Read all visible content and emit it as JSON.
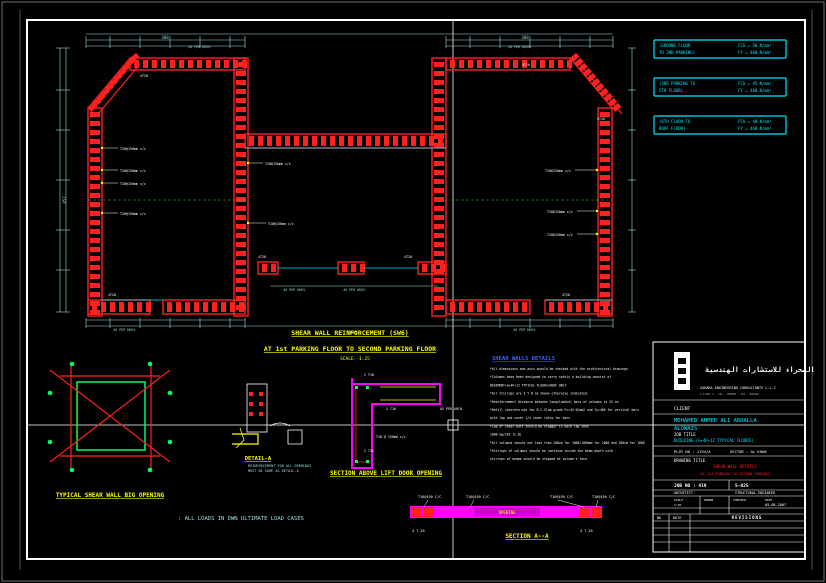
{
  "colors": {
    "background": "#000000",
    "sheet_border": "#ffffff",
    "wall_red": "#ff2020",
    "dimension": "#9adfe0",
    "cyan": "#00e5ff",
    "yellow": "#ffff00",
    "magenta": "#ff00ff",
    "white": "#ffffff",
    "green": "#40ff40",
    "blue": "#4060ff"
  },
  "plan": {
    "title": "SHEAR WALL REINFORCEMENT (SW6)",
    "subtitle": "AT 1st PARKING FLOOR TO SECOND PARKING FLOOR",
    "scale": "SCALE:-1:25",
    "top_dim_left": "388",
    "top_dim_right": "388",
    "overall_dim": "1045",
    "left_height_dim": "857",
    "hidden_labels": [
      "AS PER ARCH.",
      "AS PER ARCH.",
      "AS PER ARCH.",
      "AS PER ARCH.",
      "AS PER ARCH.",
      "AS PER ARCH."
    ],
    "callouts_left": [
      "T20@150mm c/c",
      "T20@150mm c/c",
      "T20@150mm c/c",
      "T20@150mm c/c"
    ],
    "callouts_center": [
      "T20@150mm c/c",
      "T20@150mm c/c"
    ],
    "callouts_right": [
      "T20@150mm c/c",
      "T20@150mm c/c",
      "T20@150mm c/c"
    ],
    "small_tags": [
      "4T20",
      "4T20",
      "4T20",
      "4T20",
      "4T20",
      "4T20",
      "4T20"
    ]
  },
  "legend": [
    {
      "line1": "(GROUND FLOOR",
      "line2": "TO 2ND PARKING)",
      "fcu": "FCU = 50 N/mm²",
      "fy": "FY = 460 N/mm²"
    },
    {
      "line1": "(3RD PARKING TO",
      "line2": "5TH FLOOR)",
      "fcu": "FCU = 45 N/mm²",
      "fy": "FY = 460 N/mm²"
    },
    {
      "line1": "(6TH FLOOR TO",
      "line2": "ROOF FLOOR)",
      "fcu": "FCU = 40 N/mm²",
      "fy": "FY = 460 N/mm²"
    }
  ],
  "notes": {
    "title": "SHEAR WALLS DETAILS",
    "lines": [
      "*All dimensions and axis should be checked with the architectural drawings",
      "*Columns have been designed to carry safely a building consist of",
      " BASEMENT+G+4P+12 TYPICAL FLOORS+ROOF ONLY",
      "*All stirrups are 3 Y @ as shown otherwise indicated.",
      "*Reinforcement distance between longitudinal bars of columns is 25 cm",
      "*Refill concrete mix for R.C.Slab grade Fc=45 N/mm2 and fy=460 for vertical bars",
      " with lap and cover 1/4 cover ratio for bars",
      "*Lap of shear bars should be stagger in each lap zone",
      " 1000 kg/cm2 (C.B)",
      "*All columns should not less than 200cm for 1000/1000mm for 1000 and 200cm for 1000",
      "*Stirrups of columns should be continue inside the beam depth with",
      " stirrups of beams should be stopped at column's face."
    ]
  },
  "details": {
    "typical_opening_title": "TYPICAL SHEAR WALL BIG OPENING",
    "detail_a_title": "DETAIL-A",
    "detail_a_note1": "REINFORCEMENT FOR ALL OPENINGS",
    "detail_a_note2": "MUST BE SAME AS DETAIL-A",
    "section_lift_title": "SECTION ABOVE LIFT DOOR OPENING",
    "section_lift_labels": [
      "2 T16",
      "2 T16",
      "AS PER ARCH.",
      "T10 @ 150mm c/c",
      "2 T20"
    ],
    "section_aa_title": "SECTION A--A",
    "section_aa_opening": "OPENING",
    "section_aa_labels": [
      "T16@150 C/C",
      "T16@150 C/C",
      "T16@150 C/C",
      "T16@150 C/C",
      "4 T 20",
      "4 T 20"
    ],
    "loads_note": ": ALL LOADS IN DWN ULTIMATE LOAD CASES"
  },
  "title_block": {
    "company_arabic": "الصحراء للاستشارات الهندسية",
    "company_english": "SAHARA ENGINEERING CONSULTANTS L.L.C",
    "company_small": "P.O.BOX 2 - TEL : 000000 - FAX : 000000",
    "client_label": "CLIENT",
    "client_name": "MOHAMED AHMED ALI ABDALLA",
    "client_name2": "ALOWAIS",
    "job_title_label": "JOB TITLE",
    "job_title": "BUILDING (G+4P+12 TYPICAL FLOORS)",
    "plot": "PLOT NO : 1194/A",
    "sector": "SECTOR : AL KHAN",
    "drawing_title_label": "DRAWING TITLE",
    "drawing_title1": "SHEAR WALL DETAILS",
    "drawing_title2": "AT 1st PARKING TO SECOND PARKING",
    "job_no": "JOB NO : 419",
    "sheet_no": "S-025",
    "architect": "ARCHITECT",
    "structural": "STRUCTURAL ENGINEER",
    "scale_label": "SCALE",
    "scale_val": "1:25",
    "drawn_label": "DRAWN",
    "checked_label": "CHECKED",
    "date_label": "DATE",
    "date_val": "05-08-2007",
    "no_label": "NO",
    "date_col": "DATE",
    "revisions": "REVISIONS"
  }
}
